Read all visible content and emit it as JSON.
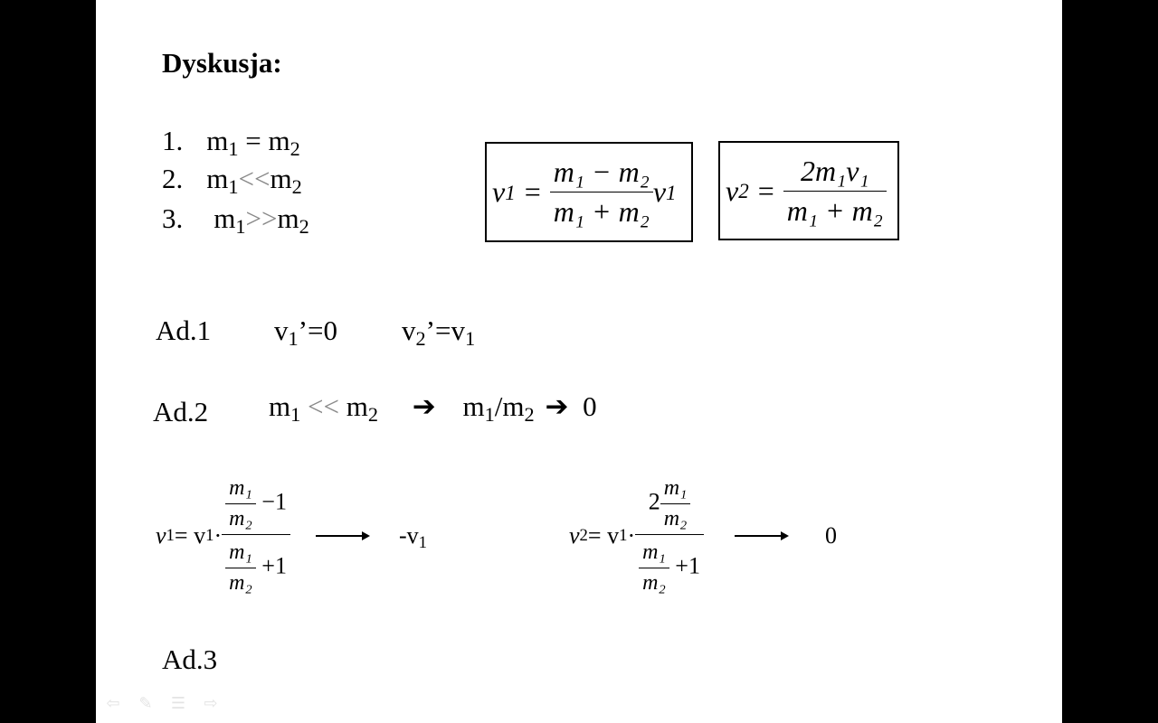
{
  "title": "Dyskusja:",
  "cases": [
    {
      "num": "1.",
      "lhs": "m",
      "lsub": "1",
      "op": " = ",
      "rhs": "m",
      "rsub": "2"
    },
    {
      "num": "2.",
      "lhs": "m",
      "lsub": "1",
      "op": "<<",
      "rhs": "m",
      "rsub": "2"
    },
    {
      "num": "3.",
      "lhs": "m",
      "lsub": "1",
      "op": ">>",
      "rhs": "m",
      "rsub": "2"
    }
  ],
  "formula1": {
    "lhs": "v",
    "lsub": "1",
    "prime": "'",
    "eq": "=",
    "num": "m₁ − m₂",
    "den": "m₁ + m₂",
    "tail": "v",
    "tailsub": "1"
  },
  "formula2": {
    "lhs": "v",
    "lsub": "2",
    "prime": "'",
    "eq": "=",
    "num": "2m₁v₁",
    "den": "m₁ + m₂"
  },
  "ad1": {
    "label": "Ad.1",
    "eq1": "v",
    "eq1sub": "1",
    "eq1rest": "’=0",
    "eq2": "v",
    "eq2sub": "2",
    "eq2rest": "’=v",
    "eq2sub2": "1"
  },
  "ad2": {
    "label": "Ad.2",
    "a": "m",
    "asub": "1",
    "op": " << ",
    "b": "m",
    "bsub": "2",
    "arrow": "➔",
    "c": "m",
    "csub": "1",
    "slash": "/m",
    "dsub": "2",
    "arrow2": "➔",
    "limit": "0"
  },
  "lim1": {
    "lhs": "v",
    "lsub": "1",
    "prime": "'",
    "eq": "= v",
    "vsub": "1",
    "dot": " · ",
    "num_top": "m₁",
    "num_bot": "m₂",
    "num_tail": " −1",
    "den_top": "m₁",
    "den_bot": "m₂",
    "den_tail": " +1",
    "result": "-v",
    "ressub": "1"
  },
  "lim2": {
    "lhs": "v",
    "lsub": "2",
    "prime": "'",
    "eq": "= v",
    "vsub": "1",
    "dot": " · ",
    "coef": "2",
    "num_top": "m₁",
    "num_bot": "m₂",
    "den_top": "m₁",
    "den_bot": "m₂",
    "den_tail": " +1",
    "result": "0"
  },
  "ad3": {
    "label": "Ad.3"
  },
  "nav": {
    "prev": "⇦",
    "pen": "✎",
    "menu": "☰",
    "next": "⇨"
  }
}
